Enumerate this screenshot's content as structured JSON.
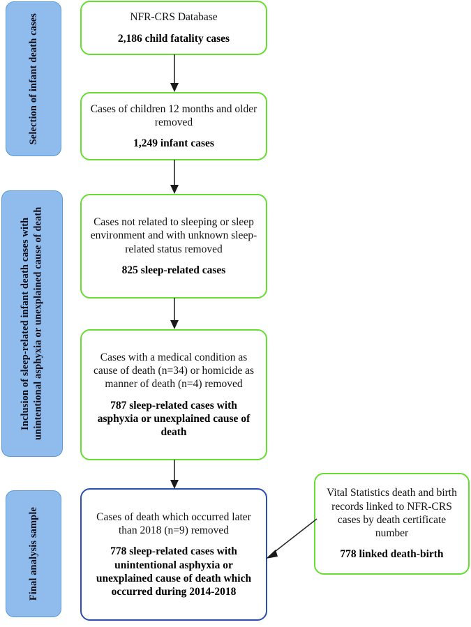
{
  "figure": {
    "type": "flowchart",
    "orientation": "top-to-bottom",
    "colors": {
      "stage_fill": "#8FBCEC",
      "stage_border": "#5B9BD5",
      "node_border_green": "#66DD33",
      "node_border_blue": "#2B4FAF",
      "arrow": "#1a1a1a",
      "background": "#FFFFFF"
    }
  },
  "stages": [
    {
      "label": "Selection of infant death cases"
    },
    {
      "label": "Inclusion of sleep-related infant death cases with unintentional asphyxia or unexplained cause of death"
    },
    {
      "label": "Final analysis sample"
    }
  ],
  "nodes": [
    {
      "id": "database",
      "plain": "NFR-CRS Database",
      "bold": "2,186 child fatality cases"
    },
    {
      "id": "remove-older-children",
      "plain": "Cases of children 12 months and older removed",
      "bold": "1,249 infant cases"
    },
    {
      "id": "remove-non-sleep-related",
      "plain": "Cases not related to sleeping or sleep environment and with unknown sleep-related status removed",
      "bold": "825 sleep-related cases"
    },
    {
      "id": "remove-medical-homicide",
      "plain": "Cases with a medical condition as cause of death (n=34) or homicide as manner of death (n=4) removed",
      "bold": "787 sleep-related cases with asphyxia or unexplained cause of death"
    },
    {
      "id": "final-sample",
      "plain": "Cases of death which occurred later than 2018 (n=9) removed",
      "bold": "778 sleep-related cases with unintentional asphyxia or unexplained cause of death which occurred during 2014-2018"
    },
    {
      "id": "vital-statistics-linkage",
      "plain": "Vital Statistics death and birth records linked to NFR-CRS cases by death certificate number",
      "bold": "778 linked death-birth"
    }
  ],
  "connectors": [
    {
      "id": "database-to-remove-older-children",
      "kind": "vertical-arrow"
    },
    {
      "id": "remove-older-children-to-remove-non-sleep-related",
      "kind": "vertical-arrow"
    },
    {
      "id": "remove-non-sleep-related-to-remove-medical-homicide",
      "kind": "vertical-arrow"
    },
    {
      "id": "remove-medical-homicide-to-final-sample",
      "kind": "vertical-arrow"
    },
    {
      "id": "vital-statistics-linkage-to-final-sample",
      "kind": "diagonal-arrow"
    }
  ]
}
